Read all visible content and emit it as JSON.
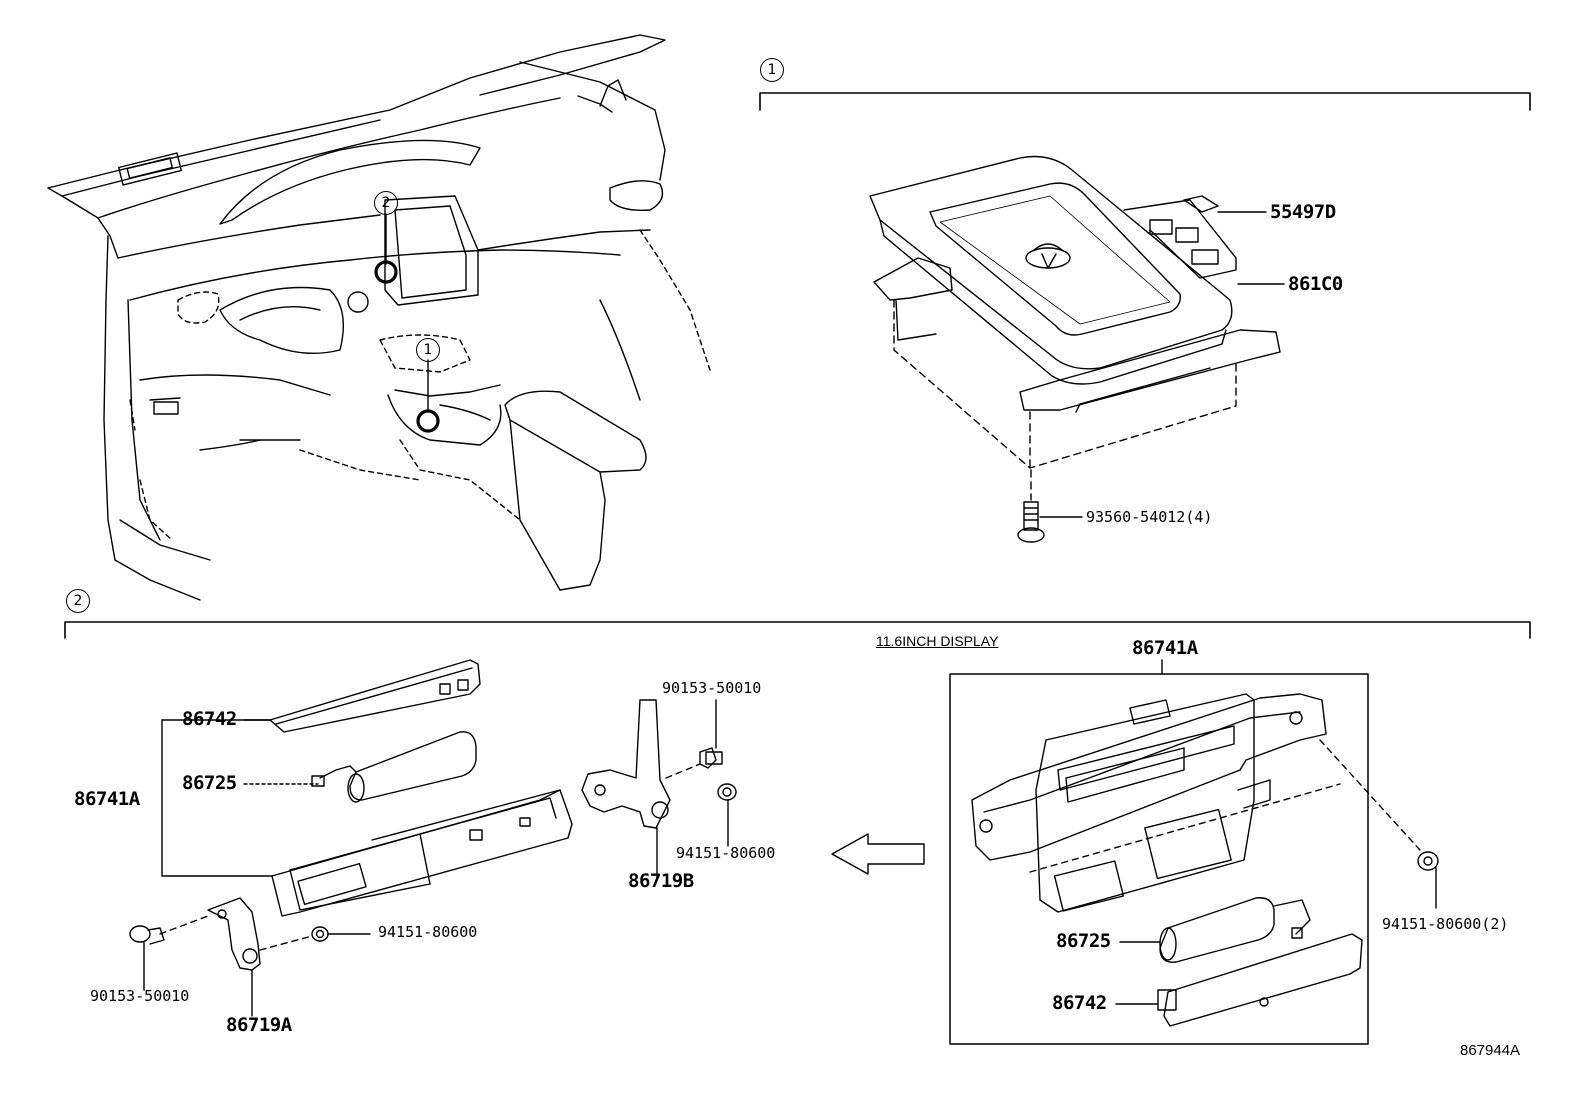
{
  "sections": {
    "section1_label": "1",
    "section2_label": "2",
    "inset_label_1": "1",
    "inset_label_2": "2"
  },
  "section1_parts": {
    "p55497d": "55497D",
    "p861c0": "861C0",
    "p93560": "93560-54012(4)"
  },
  "section2_parts": {
    "p86742": "86742",
    "p86725": "86725",
    "p86741a": "86741A",
    "p90153_top": "90153-50010",
    "p94151_top": "94151-80600",
    "p86719b": "86719B",
    "p94151_mid": "94151-80600",
    "p90153_bottom": "90153-50010",
    "p86719a": "86719A"
  },
  "display_variant": {
    "note": "11.6INCH DISPLAY",
    "p86741a": "86741A",
    "p86725": "86725",
    "p86742": "86742",
    "p94151_2": "94151-80600(2)"
  },
  "diagram_code": "867944A"
}
